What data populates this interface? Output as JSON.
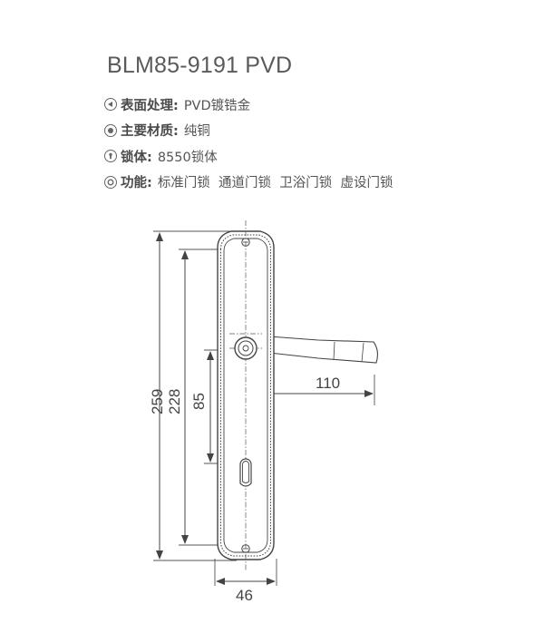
{
  "product": {
    "title": "BLM85-9191 PVD"
  },
  "specs": [
    {
      "icon": "surface-finish-icon",
      "label": "表面处理:",
      "value": "PVD镀锆金"
    },
    {
      "icon": "material-icon",
      "label": "主要材质:",
      "value": "纯铜"
    },
    {
      "icon": "lock-body-icon",
      "label": "锁体:",
      "value": "8550锁体"
    },
    {
      "icon": "function-icon",
      "label": "功能:",
      "value": "标准门锁  通道门锁  卫浴门锁  虚设门锁"
    }
  ],
  "dimensions": {
    "overall_height": "259",
    "plate_height": "228",
    "center_distance": "85",
    "handle_length": "110",
    "plate_width": "46"
  },
  "colors": {
    "text": "#555555",
    "line": "#444444",
    "panel_background": "#ffffff"
  }
}
